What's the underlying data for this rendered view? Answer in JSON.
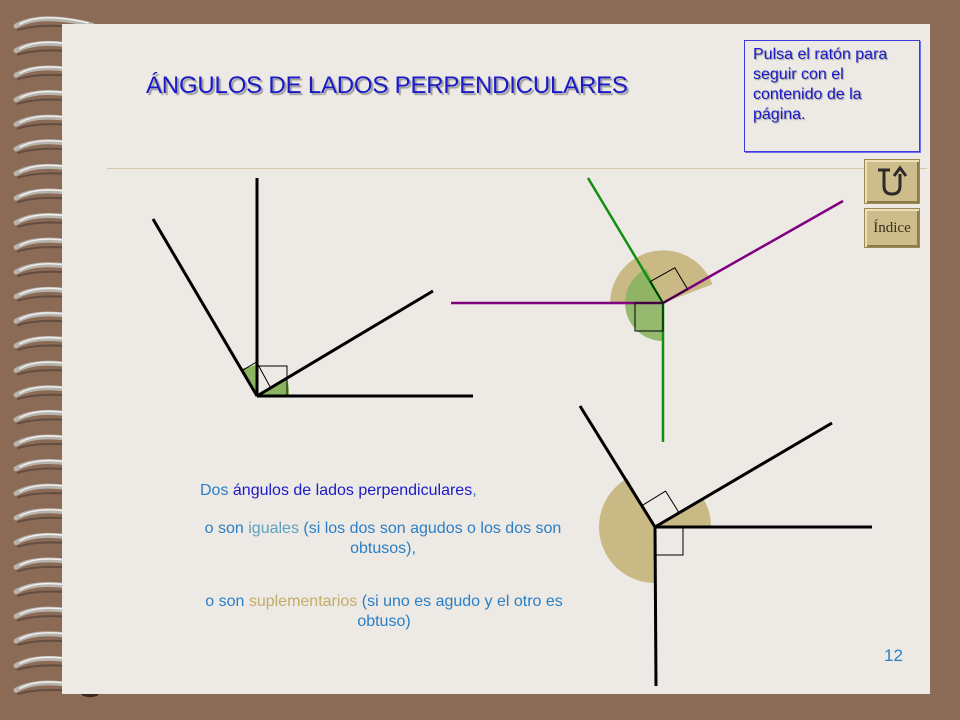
{
  "title": "ÁNGULOS DE LADOS PERPENDICULARES",
  "note": {
    "text": "Pulsa el ratón para seguir con el contenido de la página."
  },
  "nav": {
    "home_icon": "u-turn-arrow-icon",
    "index_label": "Índice"
  },
  "body_text": {
    "line1": {
      "a": "Dos ",
      "b": "ángulos de lados perpendiculares",
      "c": ","
    },
    "line2": {
      "a": "o son ",
      "b": "iguales",
      "c": " (si los dos son agudos o los dos son obtusos),"
    },
    "line3": {
      "a": "o son ",
      "b": "suplementarios",
      "c": " (si uno es agudo y el otro es obtuso)"
    }
  },
  "page_number": "12",
  "colors": {
    "background": "#8b6a56",
    "paper": "#ede9e4",
    "title": "#1a1ac8",
    "text": "#2a7fc6",
    "acute_angle_fill": "#8bb460",
    "obtuse_angle_fill": "#c9b985",
    "green_line": "#109010",
    "purple_line": "#800080"
  }
}
